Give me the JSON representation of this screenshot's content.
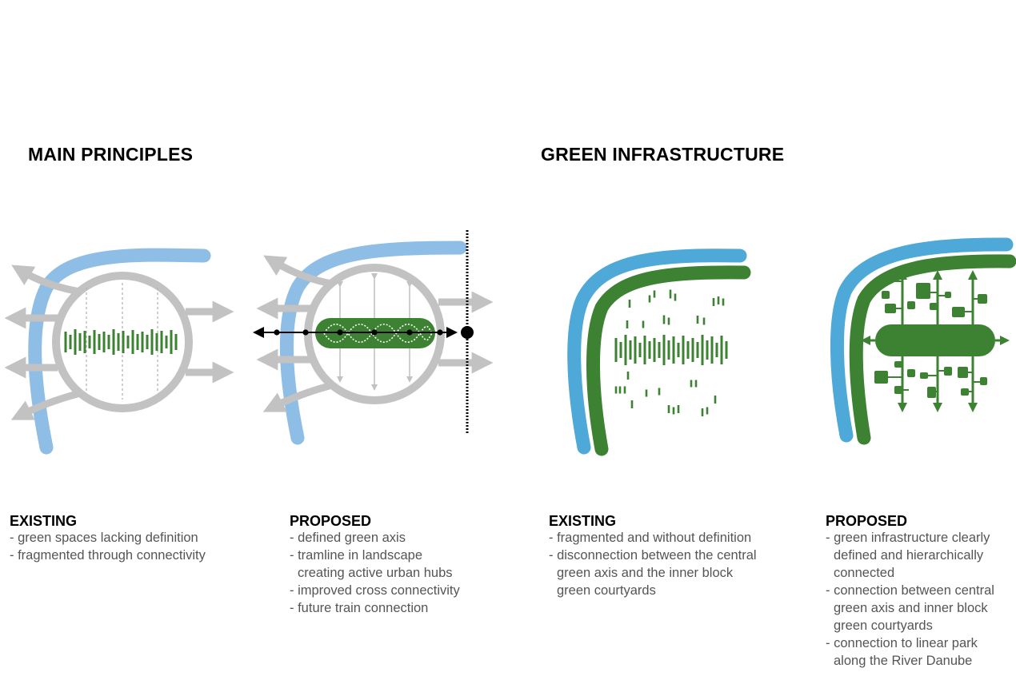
{
  "sections": {
    "main_principles": "MAIN PRINCIPLES",
    "green_infrastructure": "GREEN INFRASTRUCTURE"
  },
  "colors": {
    "river_blue": "#8ebde5",
    "river_blue_strong": "#4ea9d8",
    "green": "#3d8232",
    "grey": "#c2c2c2",
    "black": "#000000"
  },
  "panels": [
    {
      "heading": "EXISTING",
      "items": [
        "green spaces lacking definition",
        "fragmented through connectivity"
      ]
    },
    {
      "heading": "PROPOSED",
      "items": [
        "defined green axis",
        "tramline in landscape\ncreating active urban hubs",
        "improved cross connectivity",
        "future train connection"
      ]
    },
    {
      "heading": "EXISTING",
      "items": [
        "fragmented and without definition",
        "disconnection between the central\ngreen axis and the inner block\ngreen courtyards"
      ]
    },
    {
      "heading": "PROPOSED",
      "items": [
        "green infrastructure clearly\ndefined and hierarchically\nconnected",
        "connection between central\n green axis and inner block\n green courtyards",
        "connection to linear park\nalong the River Danube"
      ]
    }
  ]
}
